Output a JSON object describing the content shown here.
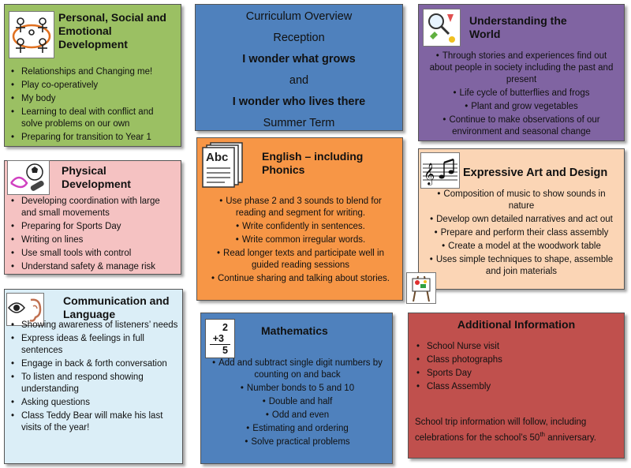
{
  "colors": {
    "pse": "#9bc063",
    "overview": "#4f81bd",
    "world": "#8064a2",
    "physical": "#f5c2c2",
    "english": "#f79646",
    "expressive": "#fbd5b5",
    "communication": "#dbeef7",
    "maths": "#4f81bd",
    "additional": "#c0504d"
  },
  "overview": {
    "line1": "Curriculum Overview",
    "line2": "Reception",
    "line3": "I wonder what grows",
    "line4": "and",
    "line5": "I wonder who lives there",
    "line6": "Summer Term"
  },
  "pse": {
    "title": "Personal, Social and Emotional Development",
    "icon": "children-circle-icon",
    "items": [
      "Relationships and Changing me!",
      "Play co-operatively",
      "My body",
      "Learning to deal with conflict and solve problems on our own",
      "Preparing for transition to Year 1"
    ]
  },
  "world": {
    "title": "Understanding the World",
    "icon": "magnifier-science-icon",
    "items": [
      "Through stories and experiences find out about people in society including the past and present",
      "Life cycle of butterflies and frogs",
      "Plant and grow vegetables",
      "Continue to make observations of our environment and seasonal change"
    ]
  },
  "physical": {
    "title": "Physical Development",
    "icon": "sports-ball-icon",
    "items": [
      "Developing coordination with large and small movements",
      "Preparing for Sports Day",
      "Writing on lines",
      "Use small tools with control",
      "Understand safety & manage risk"
    ]
  },
  "english": {
    "title": "English – including Phonics",
    "icon_text": "Abc",
    "items": [
      "Use phase 2 and 3 sounds to blend for reading and segment for writing.",
      "Write confidently in sentences.",
      "Write common irregular words.",
      "Read longer texts and participate well in guided reading sessions",
      "Continue sharing and talking about stories."
    ]
  },
  "expressive": {
    "title": "Expressive Art and Design",
    "icon": "music-notes-icon",
    "items": [
      "Composition of music to show sounds in nature",
      "Develop own detailed narratives and act out",
      "Prepare and perform their class assembly",
      "Create a model at the woodwork table",
      "Uses simple techniques to shape, assemble and join materials"
    ]
  },
  "communication": {
    "title": "Communication and Language",
    "icon": "eye-ear-icon",
    "items": [
      "Showing awareness of listeners’ needs",
      "Express ideas & feelings in full sentences",
      "Engage in back & forth conversation",
      "To listen and respond showing understanding",
      "Asking questions",
      "Class Teddy Bear will make his last visits of the year!"
    ]
  },
  "maths": {
    "title": "Mathematics",
    "icon_top": "2",
    "icon_mid": "+3",
    "icon_bot": "5",
    "items": [
      "Add and subtract single digit numbers by counting on and back",
      "Number bonds to 5 and 10",
      "Double and half",
      "Odd and even",
      "Estimating  and ordering",
      "Solve practical problems"
    ]
  },
  "additional": {
    "title": "Additional Information",
    "items": [
      "School Nurse visit",
      "Class photographs",
      "Sports Day",
      "Class Assembly"
    ],
    "note_a": "School trip information will follow, including celebrations for the school’s 50",
    "note_sup": "th",
    "note_b": " anniversary."
  }
}
